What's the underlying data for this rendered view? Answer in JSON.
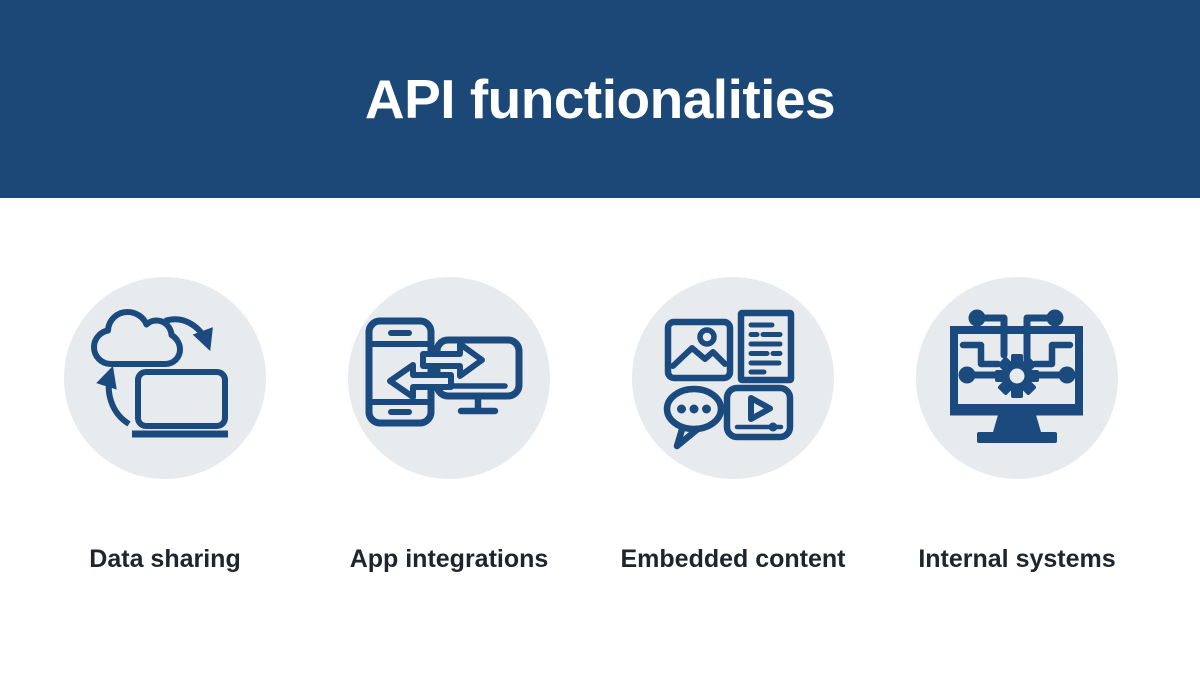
{
  "header": {
    "title": "API functionalities"
  },
  "items": [
    {
      "label": "Data sharing",
      "icon": "cloud-laptop-sync-icon"
    },
    {
      "label": "App integrations",
      "icon": "phone-monitor-arrows-icon"
    },
    {
      "label": "Embedded content",
      "icon": "media-content-grid-icon"
    },
    {
      "label": "Internal systems",
      "icon": "monitor-gear-circuit-icon"
    }
  ],
  "colors": {
    "header_bg": "#1B4876",
    "icon_blue": "#1B4B7E",
    "circle_bg": "#E8EBEE",
    "title_text": "#FFFFFF",
    "label_text": "#21242C",
    "page_bg": "#FFFFFF"
  }
}
